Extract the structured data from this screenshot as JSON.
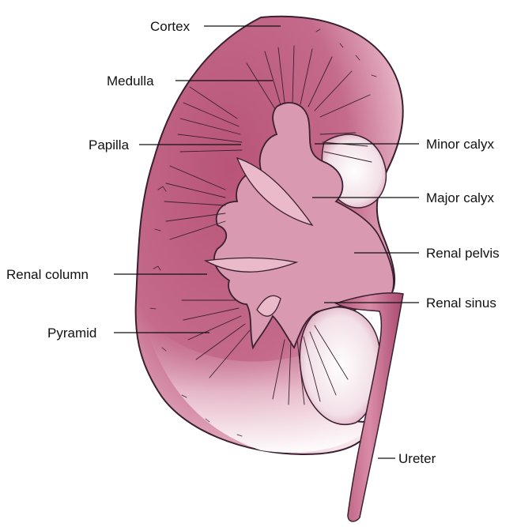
{
  "diagram": {
    "labels": {
      "cortex": "Cortex",
      "medulla": "Medulla",
      "papilla": "Papilla",
      "renal_column": "Renal column",
      "pyramid": "Pyramid",
      "minor_calyx": "Minor calyx",
      "major_calyx": "Major calyx",
      "renal_pelvis": "Renal pelvis",
      "renal_sinus": "Renal sinus",
      "ureter": "Ureter"
    },
    "colors": {
      "tissue": "#c46a8a",
      "tissue_light": "#e8b6c8",
      "pelvis": "#d58aa4",
      "outline": "#3a2030",
      "background": "#ffffff"
    }
  }
}
